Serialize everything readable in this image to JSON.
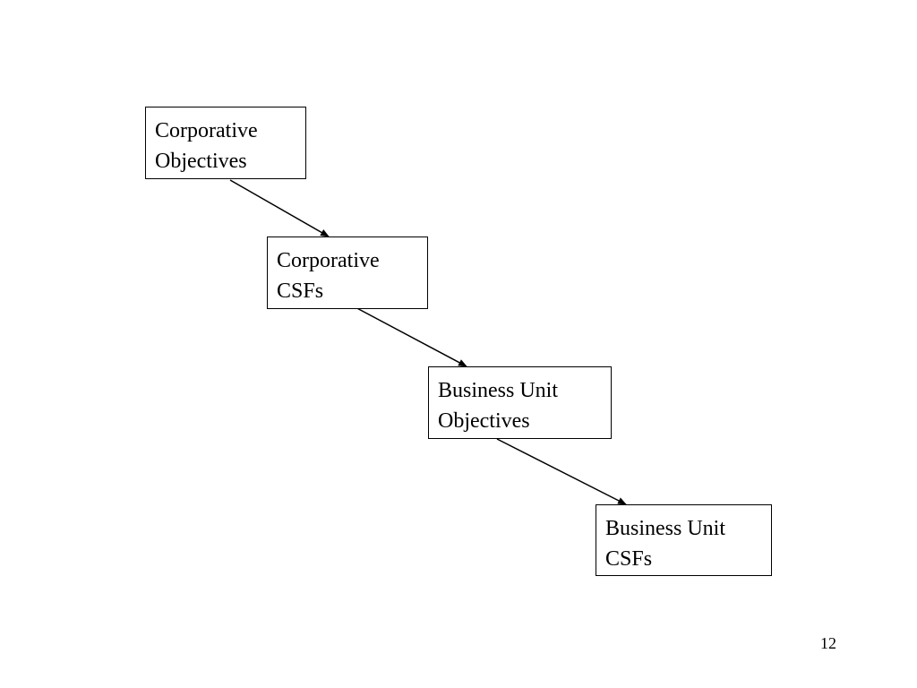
{
  "diagram": {
    "nodes": [
      {
        "id": "corporative-objectives",
        "lines": [
          "Corporative",
          "Objectives"
        ]
      },
      {
        "id": "corporative-csfs",
        "lines": [
          "Corporative",
          "CSFs"
        ]
      },
      {
        "id": "business-unit-objectives",
        "lines": [
          "Business Unit",
          "Objectives"
        ]
      },
      {
        "id": "business-unit-csfs",
        "lines": [
          "Business Unit",
          "CSFs"
        ]
      }
    ],
    "edges": [
      {
        "from": "corporative-objectives",
        "to": "corporative-csfs"
      },
      {
        "from": "corporative-csfs",
        "to": "business-unit-objectives"
      },
      {
        "from": "business-unit-objectives",
        "to": "business-unit-csfs"
      }
    ]
  },
  "page_number": "12",
  "colors": {
    "background": "#ffffff",
    "stroke": "#000000",
    "text": "#000000"
  }
}
